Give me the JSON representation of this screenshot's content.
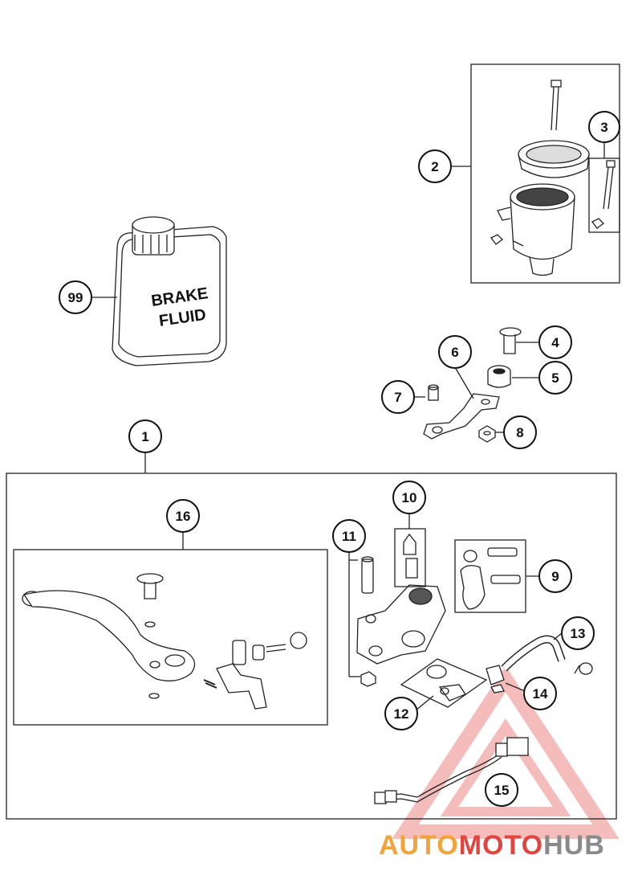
{
  "diagram": {
    "callouts": {
      "c99": "99",
      "c2": "2",
      "c3": "3",
      "c4": "4",
      "c5": "5",
      "c6": "6",
      "c7": "7",
      "c8": "8",
      "c1": "1",
      "c10": "10",
      "c11": "11",
      "c16": "16",
      "c9": "9",
      "c13": "13",
      "c14": "14",
      "c12": "12",
      "c15": "15"
    },
    "bottle_label_line1": "BRAKE",
    "bottle_label_line2": "FLUID"
  },
  "watermark": {
    "part1": "AUTO",
    "part2": "MOTO",
    "part3": "HUB",
    "colors": {
      "auto": "#f2a43a",
      "moto": "#e2453f",
      "hub": "#8a8a8a"
    }
  }
}
